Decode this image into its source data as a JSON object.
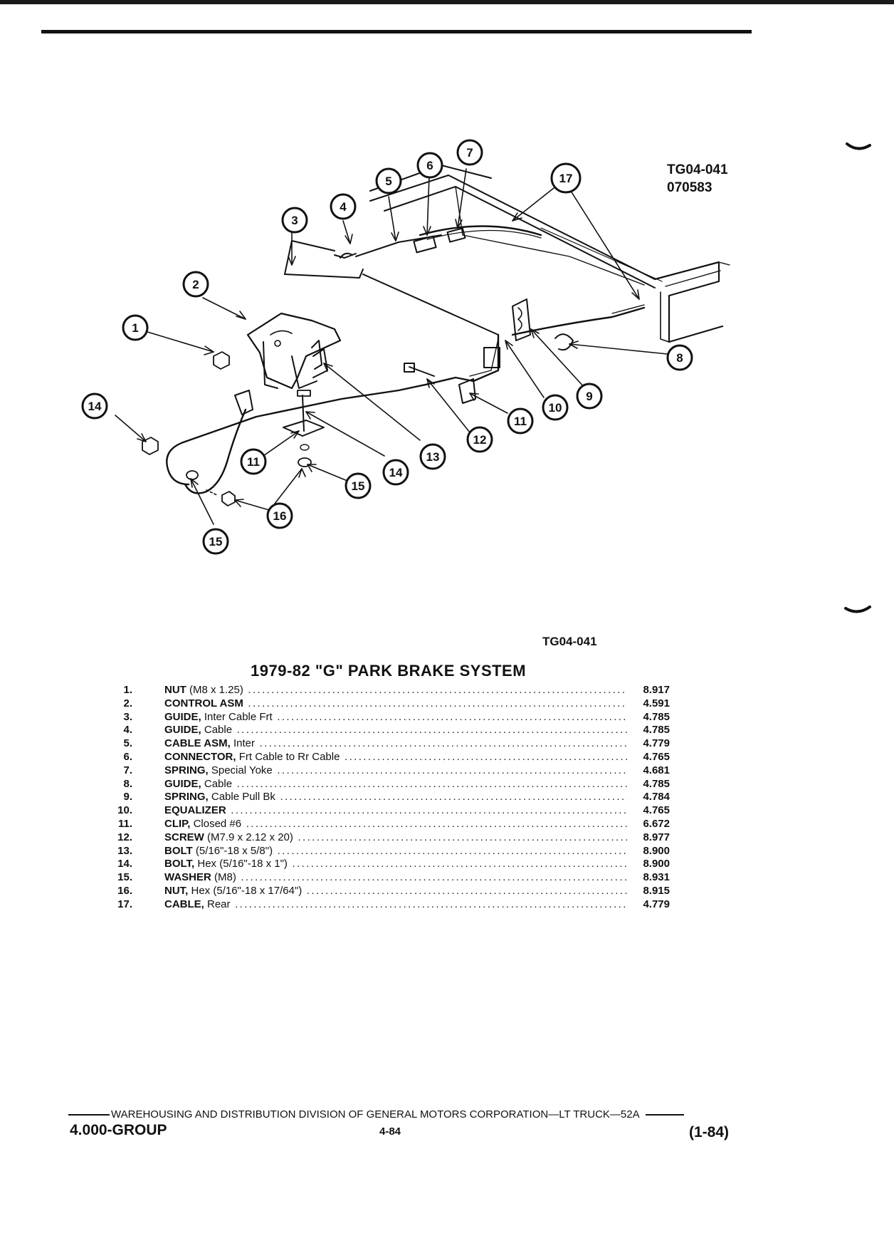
{
  "figure": {
    "code": "TG04-041",
    "date_code": "070583",
    "bottom_code": "TG04-041"
  },
  "section_title": "1979-82 \"G\" PARK BRAKE SYSTEM",
  "callouts": [
    "1",
    "2",
    "3",
    "4",
    "5",
    "6",
    "7",
    "8",
    "9",
    "10",
    "11",
    "12",
    "13",
    "14",
    "15",
    "16",
    "17"
  ],
  "parts": [
    {
      "num": "1.",
      "name": "NUT",
      "desc": " (M8 x 1.25)",
      "code": "8.917"
    },
    {
      "num": "2.",
      "name": "CONTROL ASM",
      "desc": "",
      "code": "4.591"
    },
    {
      "num": "3.",
      "name": "GUIDE,",
      "desc": " Inter Cable Frt",
      "code": "4.785"
    },
    {
      "num": "4.",
      "name": "GUIDE,",
      "desc": " Cable",
      "code": "4.785"
    },
    {
      "num": "5.",
      "name": "CABLE ASM,",
      "desc": " Inter",
      "code": "4.779"
    },
    {
      "num": "6.",
      "name": "CONNECTOR,",
      "desc": " Frt Cable to Rr Cable",
      "code": "4.765"
    },
    {
      "num": "7.",
      "name": "SPRING,",
      "desc": " Special Yoke",
      "code": "4.681"
    },
    {
      "num": "8.",
      "name": "GUIDE,",
      "desc": " Cable",
      "code": "4.785"
    },
    {
      "num": "9.",
      "name": "SPRING,",
      "desc": " Cable Pull Bk",
      "code": "4.784"
    },
    {
      "num": "10.",
      "name": "EQUALIZER",
      "desc": "",
      "code": "4.765"
    },
    {
      "num": "11.",
      "name": "CLIP,",
      "desc": " Closed #6",
      "code": "6.672"
    },
    {
      "num": "12.",
      "name": "SCREW",
      "desc": " (M7.9 x 2.12 x 20)",
      "code": "8.977"
    },
    {
      "num": "13.",
      "name": "BOLT",
      "desc": " (5/16\"-18 x 5/8\")",
      "code": "8.900"
    },
    {
      "num": "14.",
      "name": "BOLT,",
      "desc": " Hex (5/16\"-18 x 1\")",
      "code": "8.900"
    },
    {
      "num": "15.",
      "name": "WASHER",
      "desc": " (M8)",
      "code": "8.931"
    },
    {
      "num": "16.",
      "name": "NUT,",
      "desc": " Hex (5/16\"-18 x 17/64\")",
      "code": "8.915"
    },
    {
      "num": "17.",
      "name": "CABLE,",
      "desc": " Rear",
      "code": "4.779"
    }
  ],
  "footer": {
    "division": "WAREHOUSING AND DISTRIBUTION  DIVISION OF GENERAL MOTORS CORPORATION—LT TRUCK—52A",
    "group": "4.000-GROUP",
    "page": "4-84",
    "date": "(1-84)"
  }
}
